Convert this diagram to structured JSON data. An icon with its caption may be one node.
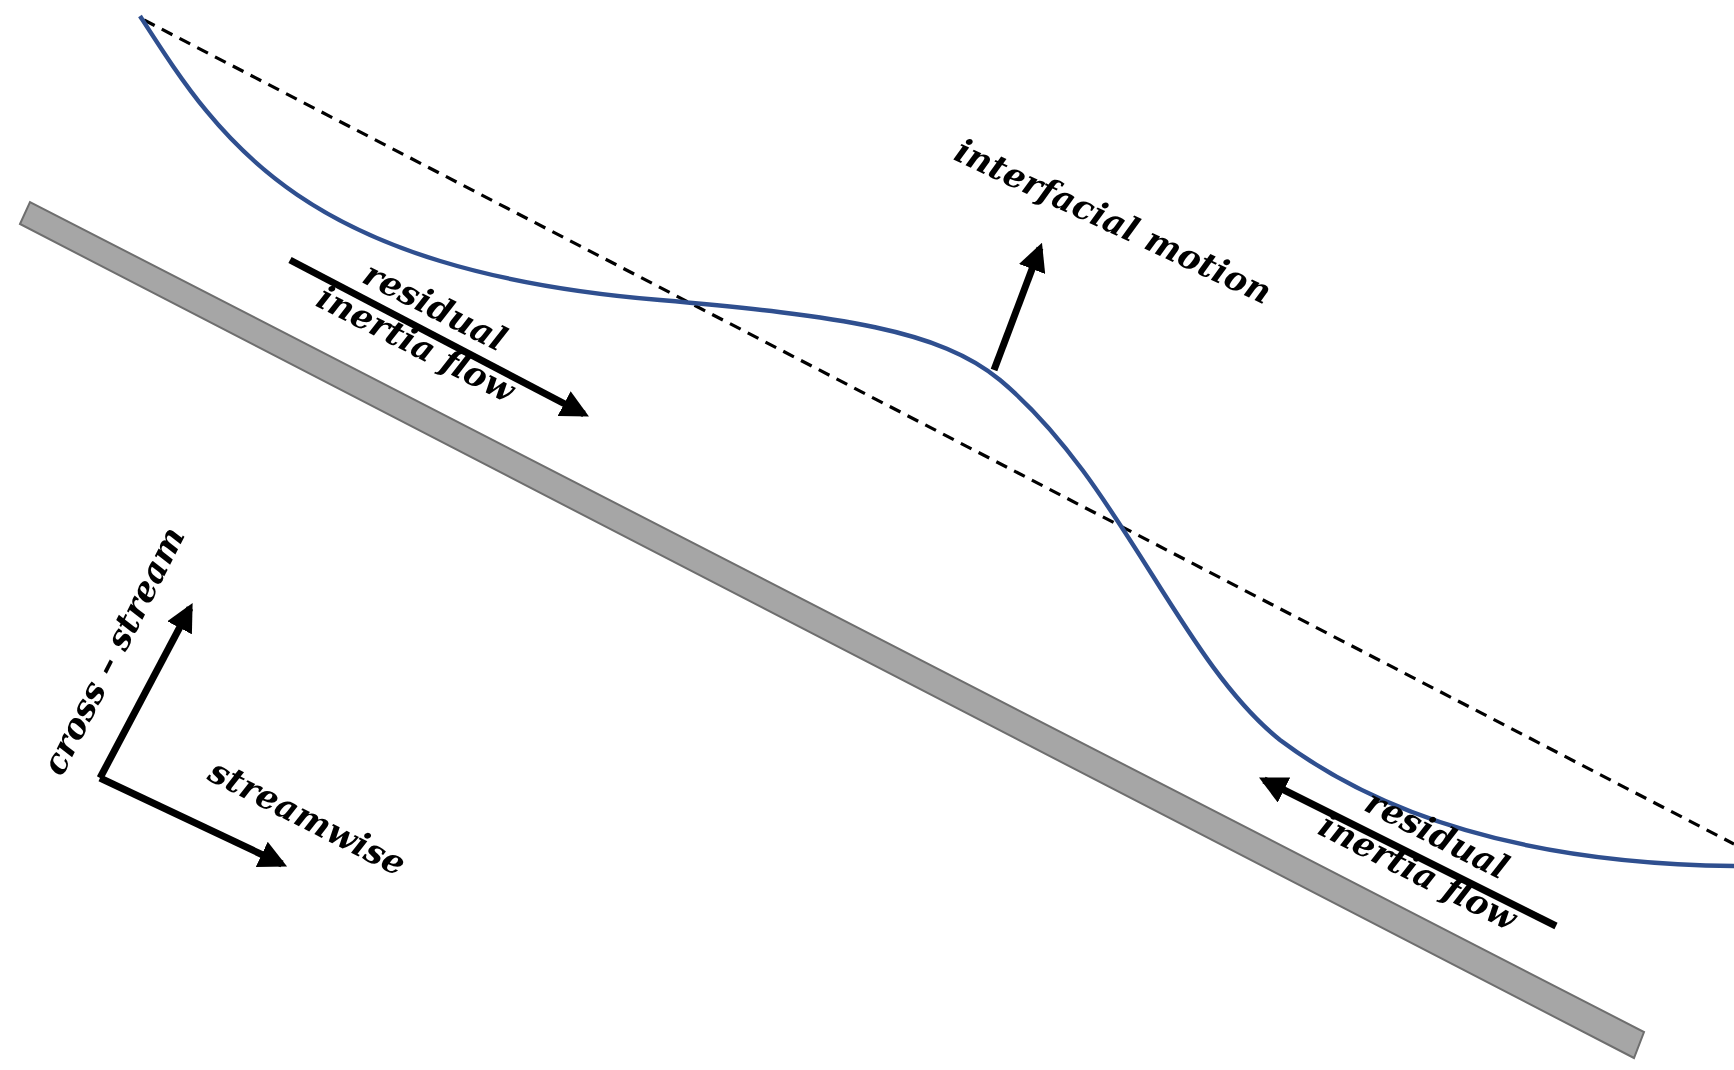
{
  "diagram": {
    "labels": [
      "interfacial motion",
      "residual inertia flow",
      "residual inertia flow",
      "cross – stream",
      "streamwise"
    ]
  }
}
